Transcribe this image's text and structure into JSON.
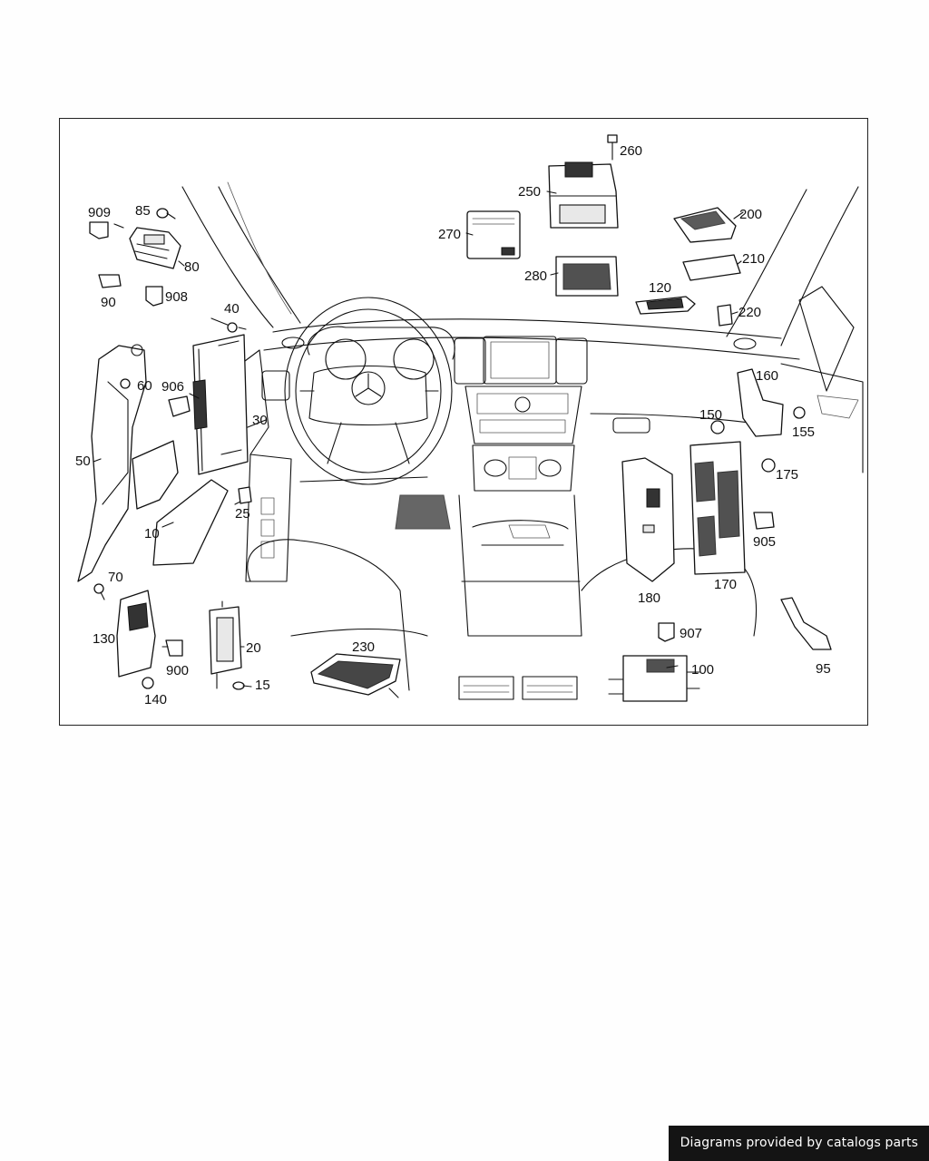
{
  "diagram": {
    "callouts": {
      "c10": "10",
      "c15": "15",
      "c20": "20",
      "c25": "25",
      "c30": "30",
      "c40": "40",
      "c50": "50",
      "c60": "60",
      "c70": "70",
      "c80": "80",
      "c85": "85",
      "c90": "90",
      "c95": "95",
      "c100": "100",
      "c120": "120",
      "c130": "130",
      "c140": "140",
      "c150": "150",
      "c155": "155",
      "c160": "160",
      "c170": "170",
      "c175": "175",
      "c180": "180",
      "c200": "200",
      "c210": "210",
      "c220": "220",
      "c230": "230",
      "c250": "250",
      "c260": "260",
      "c270": "270",
      "c280": "280",
      "c900": "900",
      "c905": "905",
      "c906": "906",
      "c907": "907",
      "c908": "908",
      "c909": "909"
    }
  },
  "footer": {
    "credit": "Diagrams provided by catalogs parts"
  }
}
